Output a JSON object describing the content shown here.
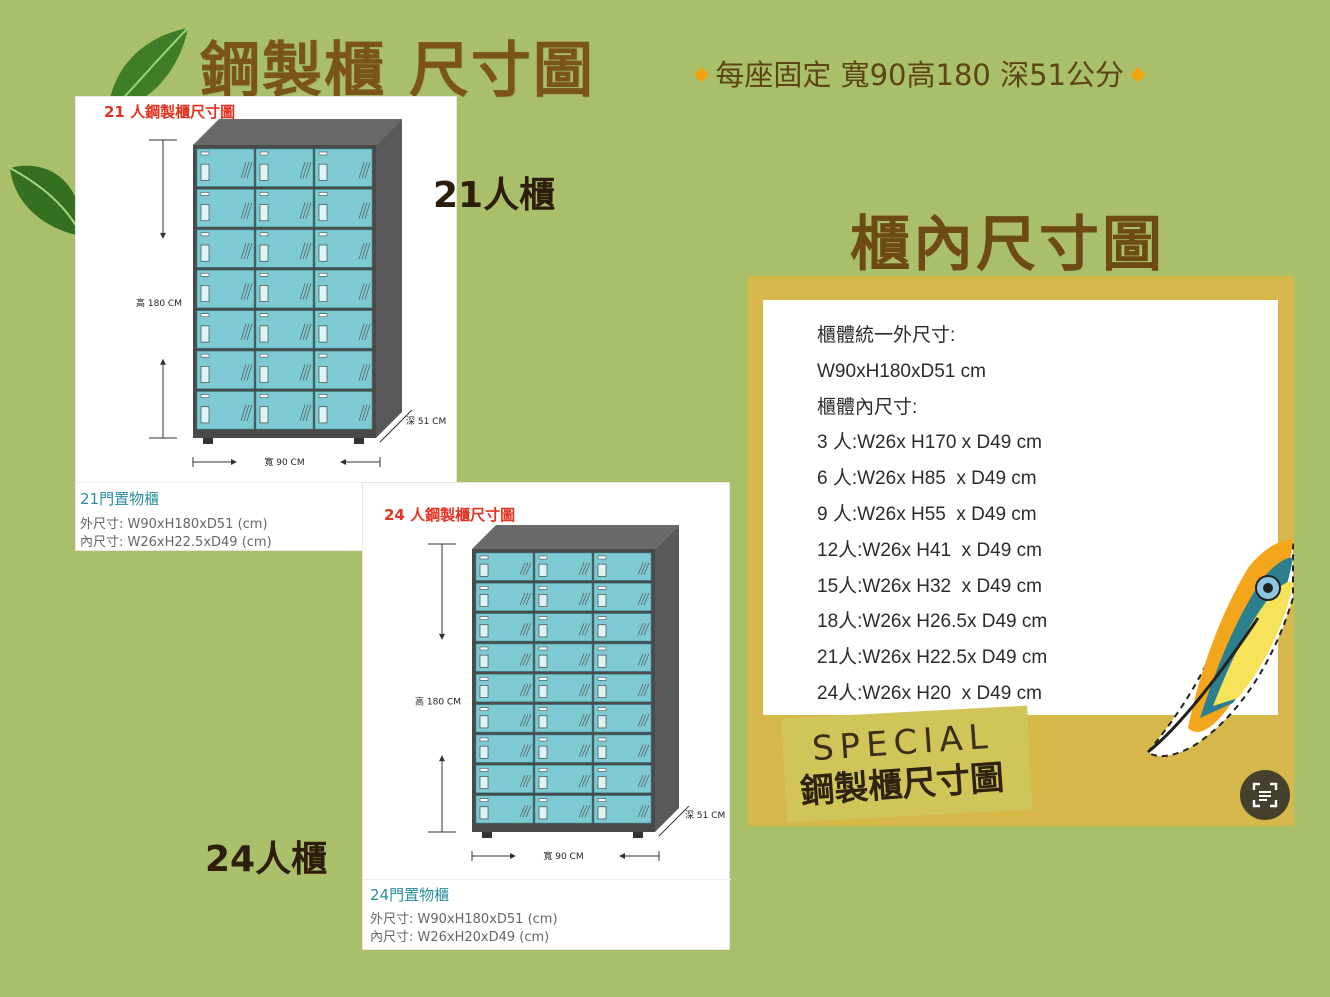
{
  "header": {
    "title": "鋼製櫃 尺寸圖",
    "fixed_spec": "每座固定 寬90高180 深51公分"
  },
  "card_21": {
    "heading": "21 人鋼製櫃尺寸圖",
    "height_label": "高 180 CM",
    "depth_label": "深 51 CM",
    "width_label": "寬 90 CM",
    "product_name": "21門置物櫃",
    "outer_size": "外尺寸: W90xH180xD51 (cm)",
    "inner_size": "內尺寸: W26xH22.5xD49 (cm)",
    "rows": 7,
    "cols": 3
  },
  "card_24": {
    "heading": "24 人鋼製櫃尺寸圖",
    "height_label": "高 180 CM",
    "depth_label": "深 51 CM",
    "width_label": "寬 90 CM",
    "product_name": "24門置物櫃",
    "outer_size": "外尺寸: W90xH180xD51 (cm)",
    "inner_size": "內尺寸: W26xH20xD49 (cm)",
    "rows": 9,
    "cols": 3
  },
  "labels": {
    "locker_21": "21人櫃",
    "locker_24": "24人櫃",
    "inner_title": "櫃內尺寸圖"
  },
  "specs": {
    "rows": [
      "櫃體統一外尺寸:",
      "W90xH180xD51 cm",
      "櫃體內尺寸:",
      "3 人:W26x H170 x D49 cm",
      "6 人:W26x H85  x D49 cm",
      "9 人:W26x H55  x D49 cm",
      "12人:W26x H41  x D49 cm",
      "15人:W26x H32  x D49 cm",
      "18人:W26x H26.5x D49 cm",
      "21人:W26x H22.5x D49 cm",
      "24人:W26x H20  x D49 cm"
    ]
  },
  "special": {
    "word": "SPECIAL",
    "title": "鋼製櫃尺寸圖"
  },
  "colors": {
    "background": "#a9bf6a",
    "title": "#7a5419",
    "locker_door": "#7ecad3",
    "frame": "#4a4a4a",
    "panel": "#d6b84a",
    "accent_diamond": "#f2a20c"
  },
  "icons": {
    "leaf": "leaf-icon",
    "feather": "feather-icon",
    "scan": "scan-text-icon"
  }
}
